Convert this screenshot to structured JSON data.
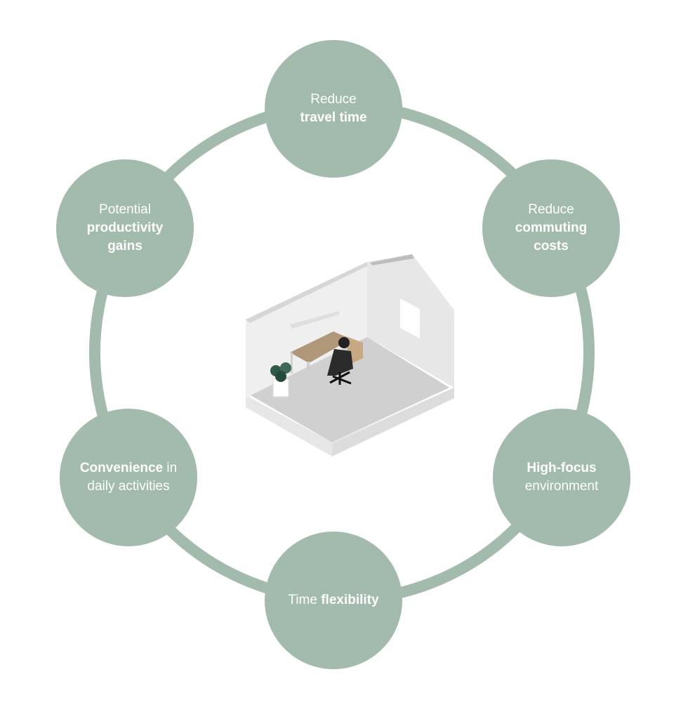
{
  "colors": {
    "accent": "#a3bbad",
    "text": "#ffffff"
  },
  "benefits": [
    {
      "pre": "Reduce",
      "bold": "travel time",
      "post": ""
    },
    {
      "pre": "Reduce",
      "bold": "commuting costs",
      "post": ""
    },
    {
      "pre": "",
      "bold": "High-focus",
      "post": "environment"
    },
    {
      "pre": "Time",
      "bold": "flexibility",
      "post": ""
    },
    {
      "pre": "",
      "bold": "Convenience",
      "post": "in daily activities"
    },
    {
      "pre": "Potential",
      "bold": "productivity gains",
      "post": ""
    }
  ],
  "illustration": "home-office-room"
}
